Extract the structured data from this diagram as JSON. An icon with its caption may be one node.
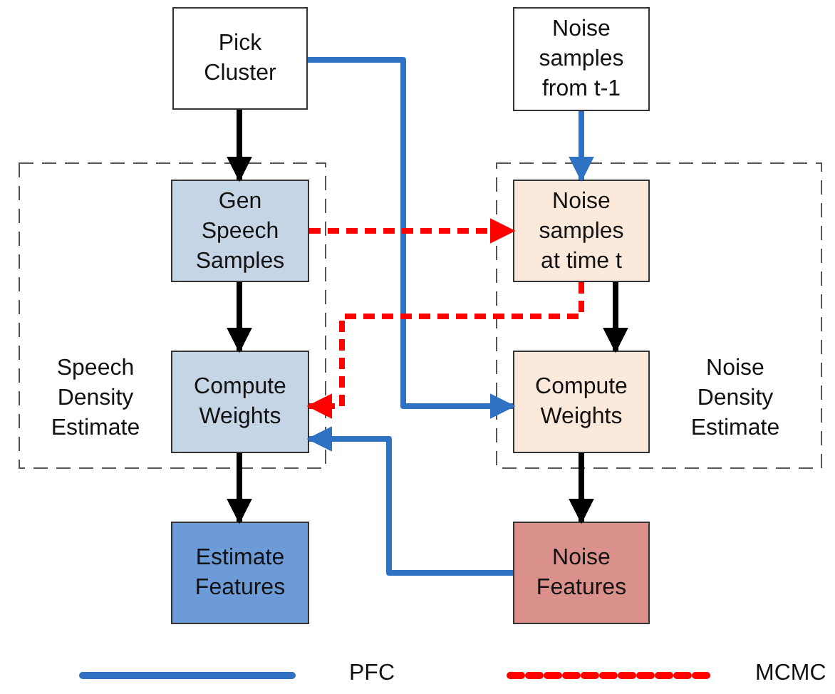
{
  "diagram": {
    "nodes": [
      {
        "text": [
          "Pick Cluster"
        ]
      },
      {
        "text": [
          "Noise samples from t-1"
        ]
      },
      {
        "text": [
          "Speech Density Estimate"
        ]
      },
      {
        "text": [
          "Gen Speech Samples"
        ],
        "in": 2
      },
      {
        "text": [
          "Compute Weights"
        ],
        "in": 2
      },
      {
        "text": [
          "Noise Density Estimate"
        ]
      },
      {
        "text": [
          "Noise samples at time t"
        ],
        "in": 5
      },
      {
        "text": [
          "Compute Weights"
        ],
        "in": 5
      },
      {
        "text": [
          "Estimate Features"
        ]
      },
      {
        "text": [
          "Noise Features"
        ]
      }
    ],
    "edges": [
      {
        "from": 0,
        "to": 3,
        "arrow": "to"
      },
      {
        "from": 3,
        "to": 4,
        "arrow": "to"
      },
      {
        "from": 6,
        "to": 7,
        "arrow": "to"
      },
      {
        "from": 4,
        "to": 8,
        "arrow": "to"
      },
      {
        "from": 7,
        "to": 9,
        "arrow": "to"
      },
      {
        "from": 0,
        "to": 7,
        "arrow": "to",
        "color": "#2f72c4"
      },
      {
        "from": 1,
        "to": 6,
        "arrow": "to",
        "color": "#2f72c4"
      },
      {
        "from": 9,
        "to": 4,
        "arrow": "to",
        "color": "#2f72c4"
      },
      {
        "from": 3,
        "to": 6,
        "arrow": "to",
        "style": "dashed",
        "color": "#ff0000"
      },
      {
        "from": 6,
        "to": 4,
        "arrow": "to",
        "style": "dashed",
        "color": "#ff0000"
      }
    ],
    "legend": [
      {
        "text": "PFC"
      },
      {
        "text": "MCMC"
      }
    ]
  }
}
